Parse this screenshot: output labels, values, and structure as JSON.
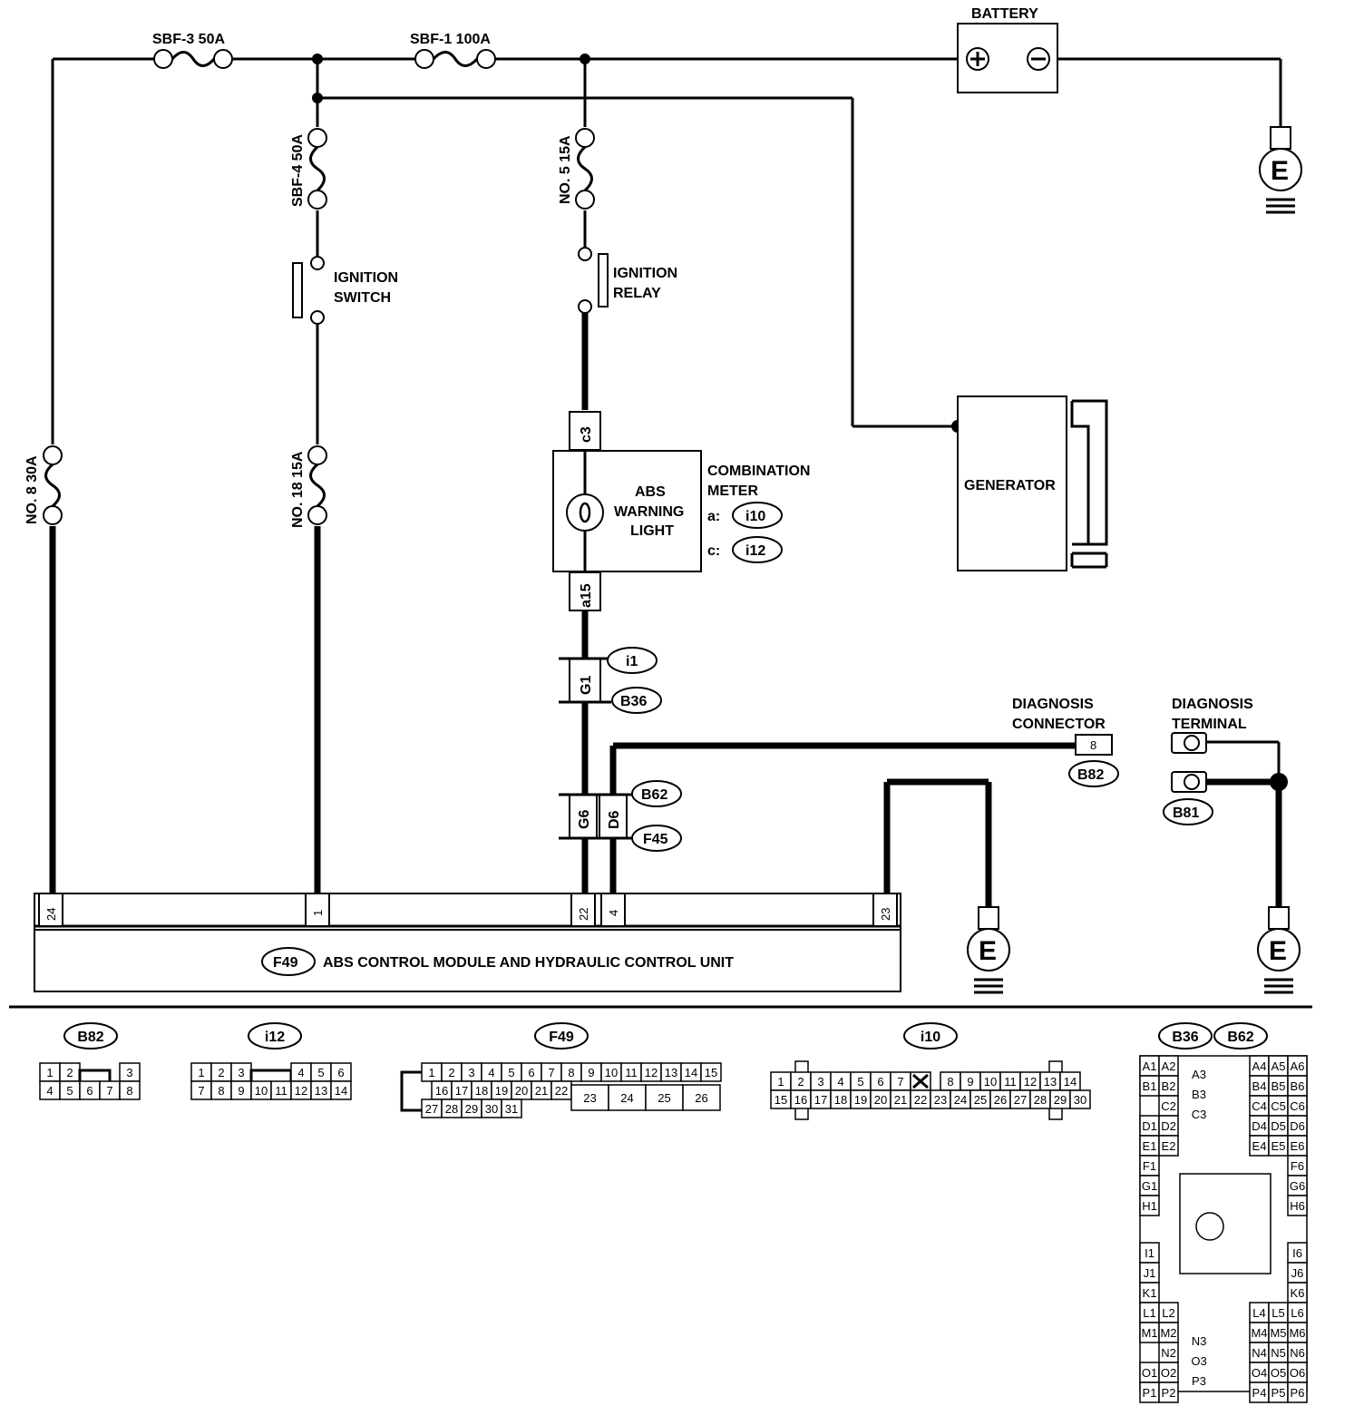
{
  "labels": {
    "battery": "BATTERY",
    "battery_plus": "+",
    "battery_minus": "−",
    "sbf3": "SBF-3 50A",
    "sbf1": "SBF-1 100A",
    "sbf4": "SBF-4 50A",
    "no5": "NO. 5 15A",
    "no8": "NO. 8 30A",
    "no18": "NO. 18 15A",
    "ign_switch_1": "IGNITION",
    "ign_switch_2": "SWITCH",
    "ign_relay_1": "IGNITION",
    "ign_relay_2": "RELAY",
    "abs_1": "ABS",
    "abs_2": "WARNING",
    "abs_3": "LIGHT",
    "comb_1": "COMBINATION",
    "comb_2": "METER",
    "comb_a": "a:",
    "comb_c": "c:",
    "generator": "GENERATOR",
    "diag_conn_1": "DIAGNOSIS",
    "diag_conn_2": "CONNECTOR",
    "diag_term_1": "DIAGNOSIS",
    "diag_term_2": "TERMINAL",
    "module": "ABS CONTROL MODULE AND HYDRAULIC CONTROL UNIT",
    "ground": "E"
  },
  "connectors": {
    "c3": "c3",
    "a15": "a15",
    "g1": "G1",
    "g6": "G6",
    "d6": "D6",
    "i10": "i10",
    "i12": "i12",
    "i1": "i1",
    "b36": "B36",
    "b62": "B62",
    "f45": "F45",
    "b82": "B82",
    "b81": "B81",
    "f49": "F49",
    "pin8": "8"
  },
  "module_pins": [
    "24",
    "1",
    "22",
    "4",
    "23"
  ],
  "face_titles": [
    "B82",
    "i12",
    "F49",
    "i10",
    "B36",
    "B62"
  ],
  "b82_face": {
    "row1": [
      "1",
      "2",
      "3"
    ],
    "row2": [
      "4",
      "5",
      "6",
      "7",
      "8"
    ]
  },
  "i12_face": {
    "row1": [
      "1",
      "2",
      "3",
      "4",
      "5",
      "6"
    ],
    "row2": [
      "7",
      "8",
      "9",
      "10",
      "11",
      "12",
      "13",
      "14"
    ]
  },
  "f49_face": {
    "row1": [
      "1",
      "2",
      "3",
      "4",
      "5",
      "6",
      "7",
      "8",
      "9",
      "10",
      "11",
      "12",
      "13",
      "14",
      "15"
    ],
    "row2": [
      "16",
      "17",
      "18",
      "19",
      "20",
      "21",
      "22"
    ],
    "row3": [
      "27",
      "28",
      "29",
      "30",
      "31"
    ],
    "big": [
      "23",
      "24",
      "25",
      "26"
    ]
  },
  "i10_face": {
    "row1a": [
      "1",
      "2",
      "3",
      "4",
      "5",
      "6",
      "7"
    ],
    "row1b": [
      "8",
      "9",
      "10",
      "11",
      "12",
      "13",
      "14"
    ],
    "row2": [
      "15",
      "16",
      "17",
      "18",
      "19",
      "20",
      "21",
      "22",
      "23",
      "24",
      "25",
      "26",
      "27",
      "28",
      "29",
      "30"
    ]
  },
  "b36_face": {
    "left": [
      "A1",
      "B1",
      "",
      "D1",
      "E1",
      "F1",
      "G1",
      "H1",
      "",
      "I1",
      "J1",
      "K1",
      "L1",
      "M1",
      "",
      "O1",
      "P1"
    ],
    "left2": [
      "A2",
      "B2",
      "C2",
      "D2",
      "E2",
      "",
      "",
      "",
      "",
      "",
      "",
      "",
      "L2",
      "M2",
      "N2",
      "O2",
      "P2"
    ],
    "mid": [
      "A3",
      "B3",
      "C3",
      "N3",
      "O3",
      "P3"
    ],
    "right1": [
      "A4",
      "B4",
      "C4",
      "D4",
      "E4",
      "",
      "",
      "",
      "",
      "",
      "",
      "",
      "L4",
      "M4",
      "N4",
      "O4",
      "P4"
    ],
    "right2": [
      "A5",
      "B5",
      "C5",
      "D5",
      "E5",
      "",
      "",
      "",
      "",
      "",
      "",
      "",
      "L5",
      "M5",
      "N5",
      "O5",
      "P5"
    ],
    "right3": [
      "A6",
      "B6",
      "C6",
      "D6",
      "E6",
      "F6",
      "G6",
      "H6",
      "",
      "I6",
      "J6",
      "K6",
      "L6",
      "M6",
      "N6",
      "O6",
      "P6"
    ]
  }
}
